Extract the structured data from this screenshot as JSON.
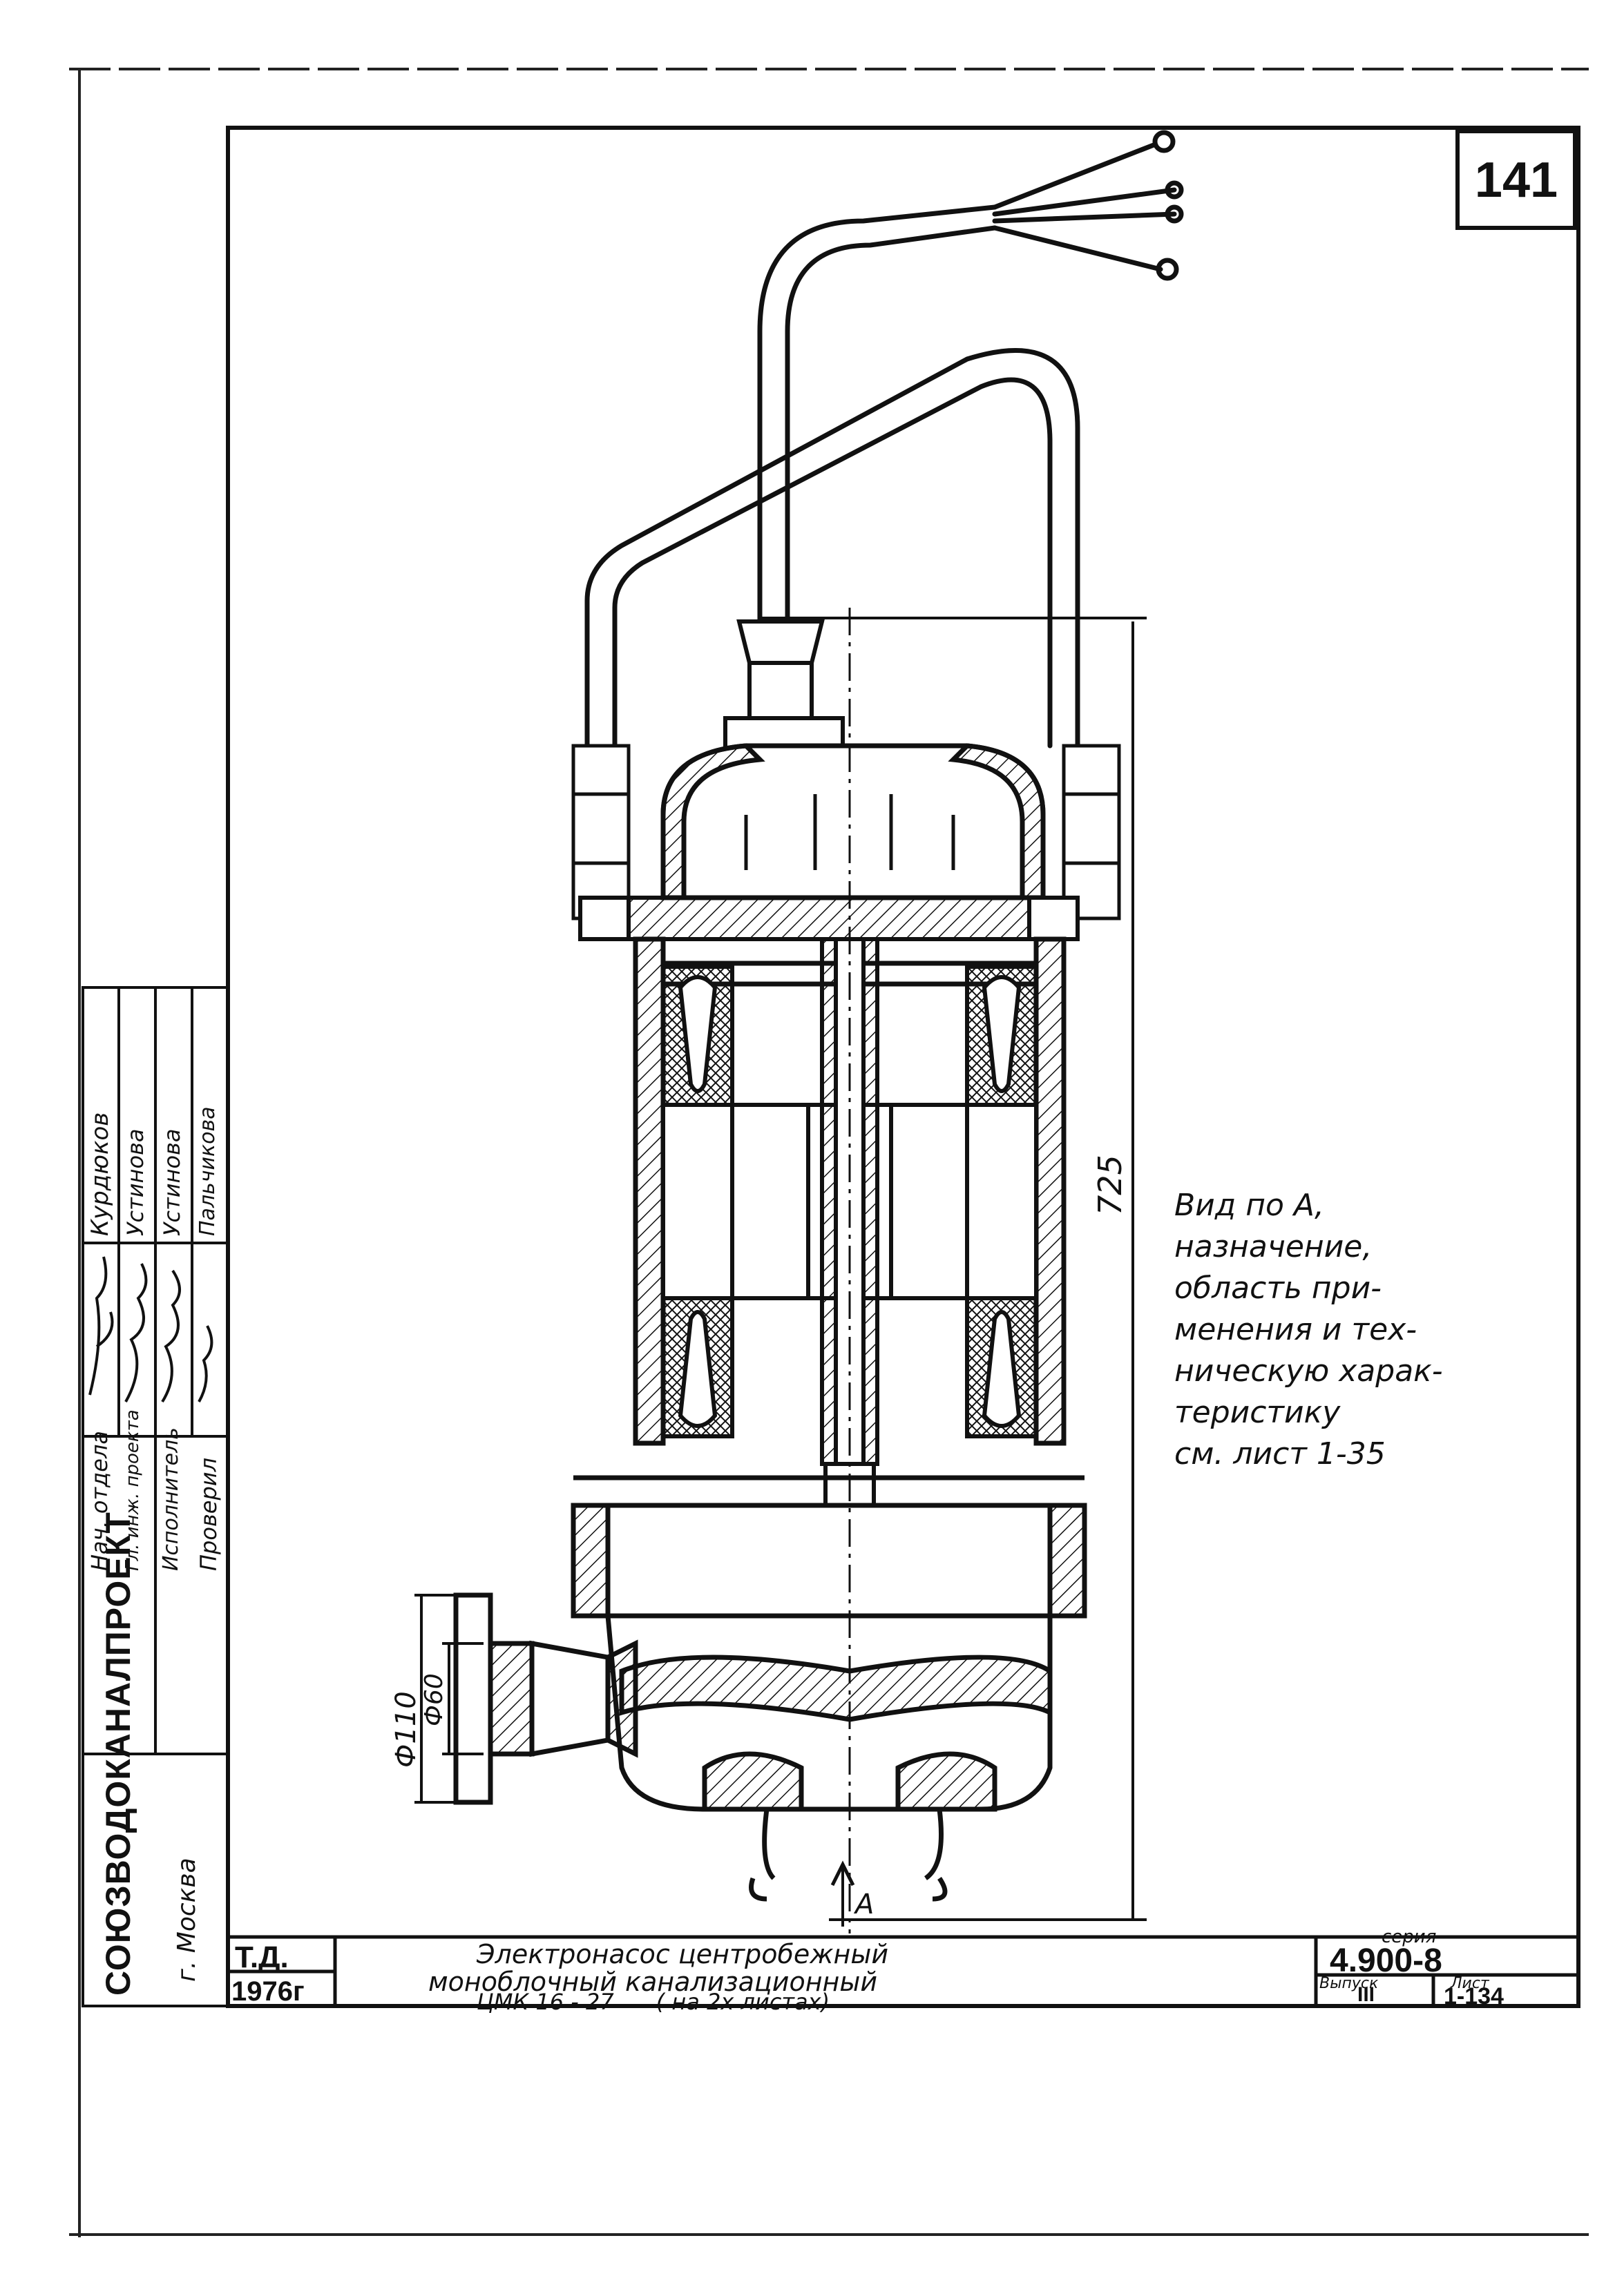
{
  "sheet_number": "141",
  "view_note": [
    "Вид по А,",
    "назначение,",
    "область при-",
    "менения и тех-",
    "ническую харак-",
    "теристику",
    "см. лист 1-35"
  ],
  "dimensions": {
    "height": "725",
    "outer_diameter": "Ф110",
    "inner_diameter": "Ф60",
    "view_arrow": "А"
  },
  "title_block": {
    "type_code": "Т.Д.",
    "year": "1976г",
    "title_lines": [
      "Электронасос центробежный",
      "моноблочный канализационный",
      "ЦМК 16 - 27      ( на 2х листах)"
    ],
    "series_label": "серия",
    "series_value": "4.900-8",
    "issue_label": "Выпуск",
    "issue_value": "III",
    "sheet_label": "Лист",
    "sheet_value": "1-134"
  },
  "side_block": {
    "organization": "СОЮЗВОДОКАНАЛПРОЕКТ",
    "city": "г. Москва",
    "roles": [
      "Нач. отдела",
      "Гл. инж. проекта",
      "Исполнитель",
      "Проверил"
    ],
    "names": [
      "Курдюков",
      "Устинова",
      "Устинова",
      "Пальчикова"
    ]
  }
}
